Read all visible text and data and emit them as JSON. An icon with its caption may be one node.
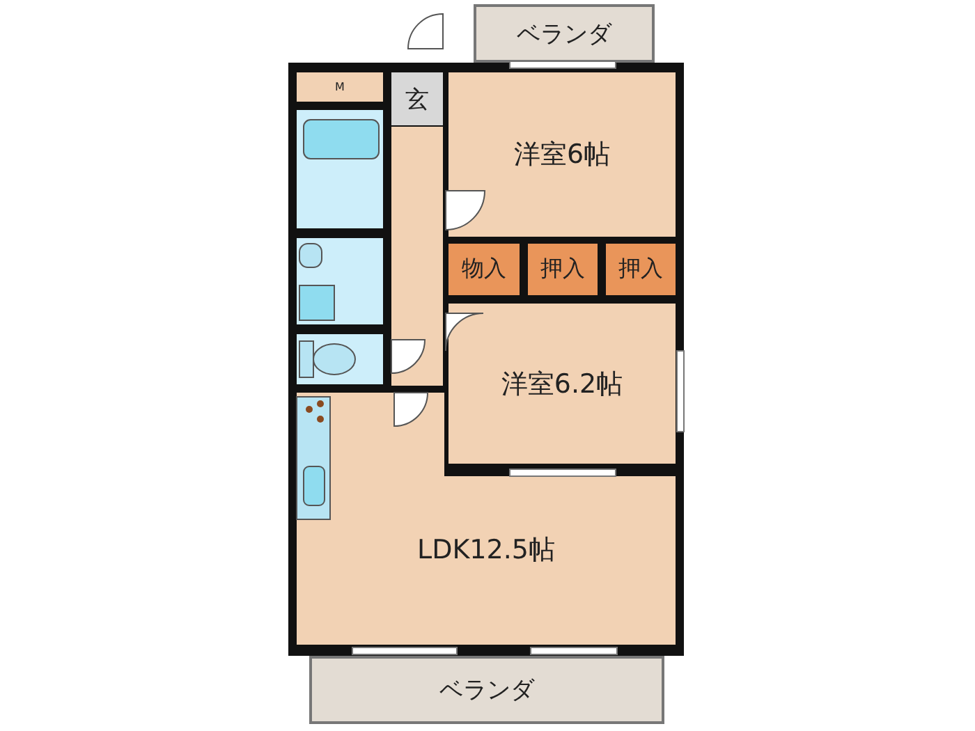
{
  "diagram": {
    "nodes": [
      {
        "text": [
          "ベランダ"
        ]
      },
      {
        "text": [
          "M"
        ]
      },
      {
        "text": [
          "玄"
        ]
      },
      {
        "text": [
          "洋室6帖"
        ]
      },
      {
        "text": [
          "物入"
        ]
      },
      {
        "text": [
          "押入"
        ]
      },
      {
        "text": [
          "押入"
        ]
      },
      {
        "text": [
          "洋室6.2帖"
        ]
      },
      {
        "text": [
          "LDK12.5帖"
        ]
      },
      {
        "text": [
          "ベランダ"
        ]
      }
    ]
  }
}
